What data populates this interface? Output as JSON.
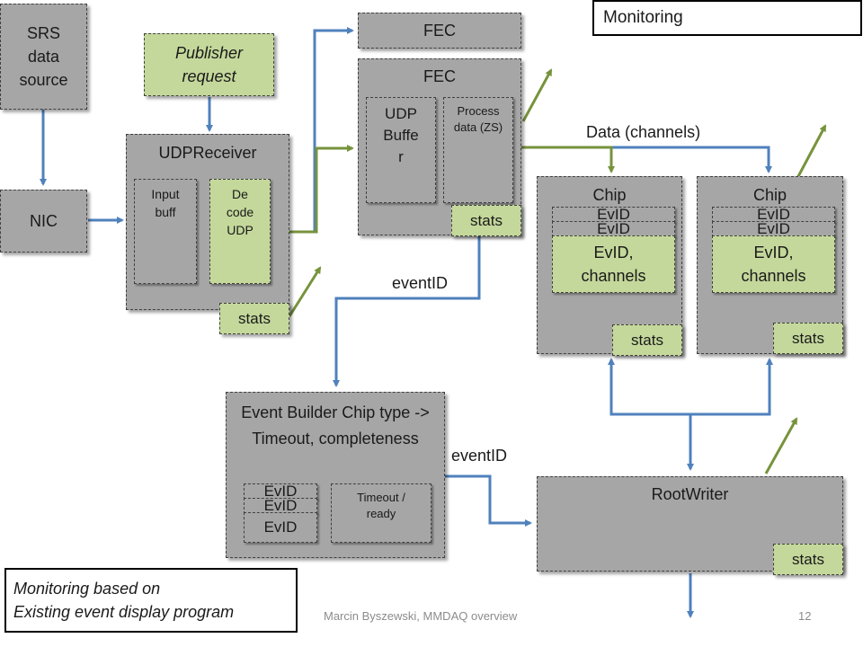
{
  "nodes": {
    "srs": "SRS data source",
    "nic": "NIC",
    "publisher": "Publisher request",
    "udp_receiver": "UDPReceiver",
    "input_buff": "Input buff",
    "decode_udp": "De code UDP",
    "fec_top": "FEC",
    "fec_main": "FEC",
    "udp_buffer": "UDP Buffe r",
    "process_data": "Process data (ZS)",
    "chip": "Chip",
    "evid_stack": "EvID",
    "evid_channels": "EvID, channels",
    "stats": "stats",
    "event_builder": "Event Builder Chip type -> Timeout, completeness",
    "evid": "EvID",
    "timeout_ready": "Timeout / ready",
    "root_writer": "RootWriter"
  },
  "labels": {
    "data_channels": "Data (channels)",
    "event_id": "eventID"
  },
  "monitoring_title": "Monitoring",
  "monitoring_note": "Monitoring based on\nExisting event display program",
  "footer": {
    "author": "Marcin Byszewski, MMDAQ overview",
    "page": "12"
  },
  "colors": {
    "box": "#a6a6a6",
    "highlight": "#c4d89b",
    "data_arrow": "#4f81bd",
    "monitor_arrow": "#77933c"
  }
}
